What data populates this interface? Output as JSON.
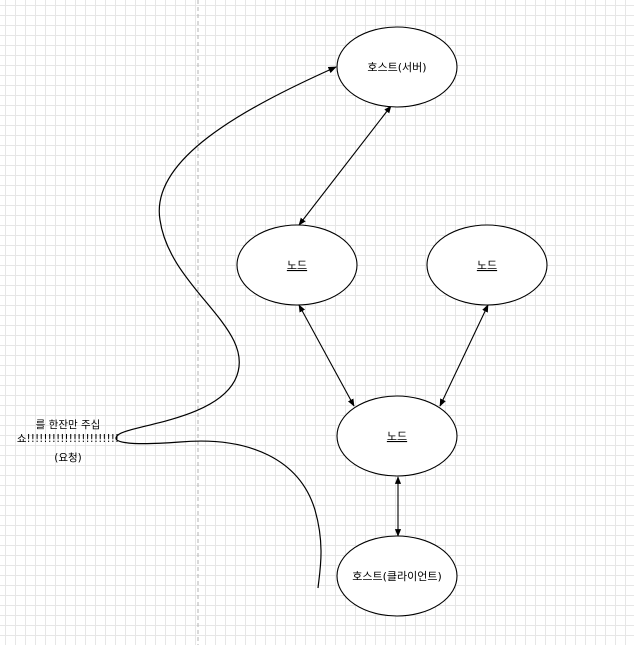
{
  "diagram": {
    "nodes": [
      {
        "id": "host-server",
        "label": "호스트(서버)"
      },
      {
        "id": "node-left",
        "label": "노드"
      },
      {
        "id": "node-right",
        "label": "노드"
      },
      {
        "id": "node-center",
        "label": "노드"
      },
      {
        "id": "host-client",
        "label": "호스트(클라이언트)"
      }
    ],
    "edges": [
      {
        "from": "host-server",
        "to": "node-left",
        "direction": "both"
      },
      {
        "from": "node-left",
        "to": "node-center",
        "direction": "both"
      },
      {
        "from": "node-right",
        "to": "node-center",
        "direction": "both"
      },
      {
        "from": "node-center",
        "to": "host-client",
        "direction": "both"
      }
    ],
    "note": {
      "lines": [
        "를 한잔만 주십",
        "쇼!!!!!!!!!!!!!!!!!!!!!!",
        "(요청)"
      ]
    },
    "colors": {
      "stroke": "#000000",
      "fill": "#ffffff",
      "guide": "#b3b3b3"
    }
  }
}
